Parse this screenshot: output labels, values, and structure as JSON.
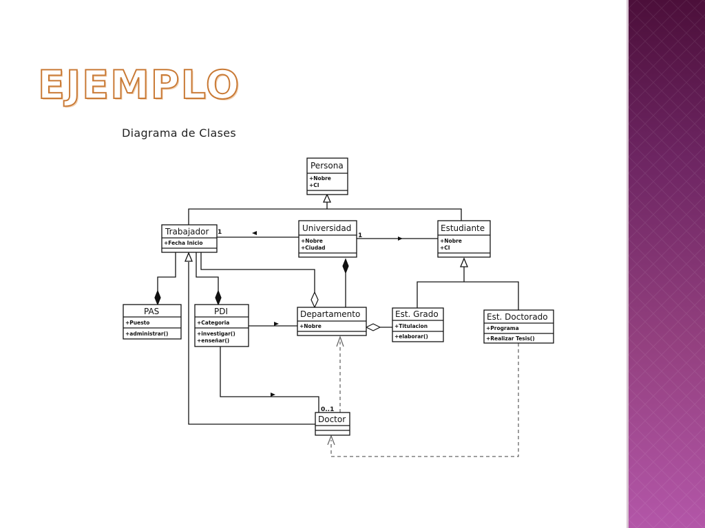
{
  "slide": {
    "title": "EJEMPLO",
    "colors": {
      "title_outline": "#c97a36",
      "panel_top": "#4c0f3a",
      "panel_bottom": "#b356a8"
    }
  },
  "diagram": {
    "title": "Diagrama de Clases",
    "classes": {
      "persona": {
        "name": "Persona",
        "attributes": [
          "+Nobre",
          "+CI"
        ],
        "methods": []
      },
      "trabajador": {
        "name": "Trabajador",
        "attributes": [
          "+Fecha Inicio"
        ],
        "methods": []
      },
      "universidad": {
        "name": "Universidad",
        "attributes": [
          "+Nobre",
          "+Ciudad"
        ],
        "methods": []
      },
      "estudiante": {
        "name": "Estudiante",
        "attributes": [
          "+Nobre",
          "+CI"
        ],
        "methods": []
      },
      "pas": {
        "name": "PAS",
        "attributes": [
          "+Puesto"
        ],
        "methods": [
          "+administrar()"
        ]
      },
      "pdi": {
        "name": "PDI",
        "attributes": [
          "+Categoria"
        ],
        "methods": [
          "+investigar()",
          "+enseñar()"
        ]
      },
      "departamento": {
        "name": "Departamento",
        "attributes": [
          "+Nobre"
        ],
        "methods": []
      },
      "est_grado": {
        "name": "Est. Grado",
        "attributes": [
          "+Titulacion"
        ],
        "methods": [
          "+elaborar()"
        ]
      },
      "est_doctorado": {
        "name": "Est. Doctorado",
        "attributes": [
          "+Programa"
        ],
        "methods": [
          "+Realizar Tesis()"
        ]
      },
      "doctor": {
        "name": "Doctor",
        "attributes": [],
        "methods": []
      }
    },
    "multiplicities": {
      "trabajador_universidad": "1",
      "universidad_estudiante": "1",
      "doctor_pdi": "0..1"
    }
  }
}
